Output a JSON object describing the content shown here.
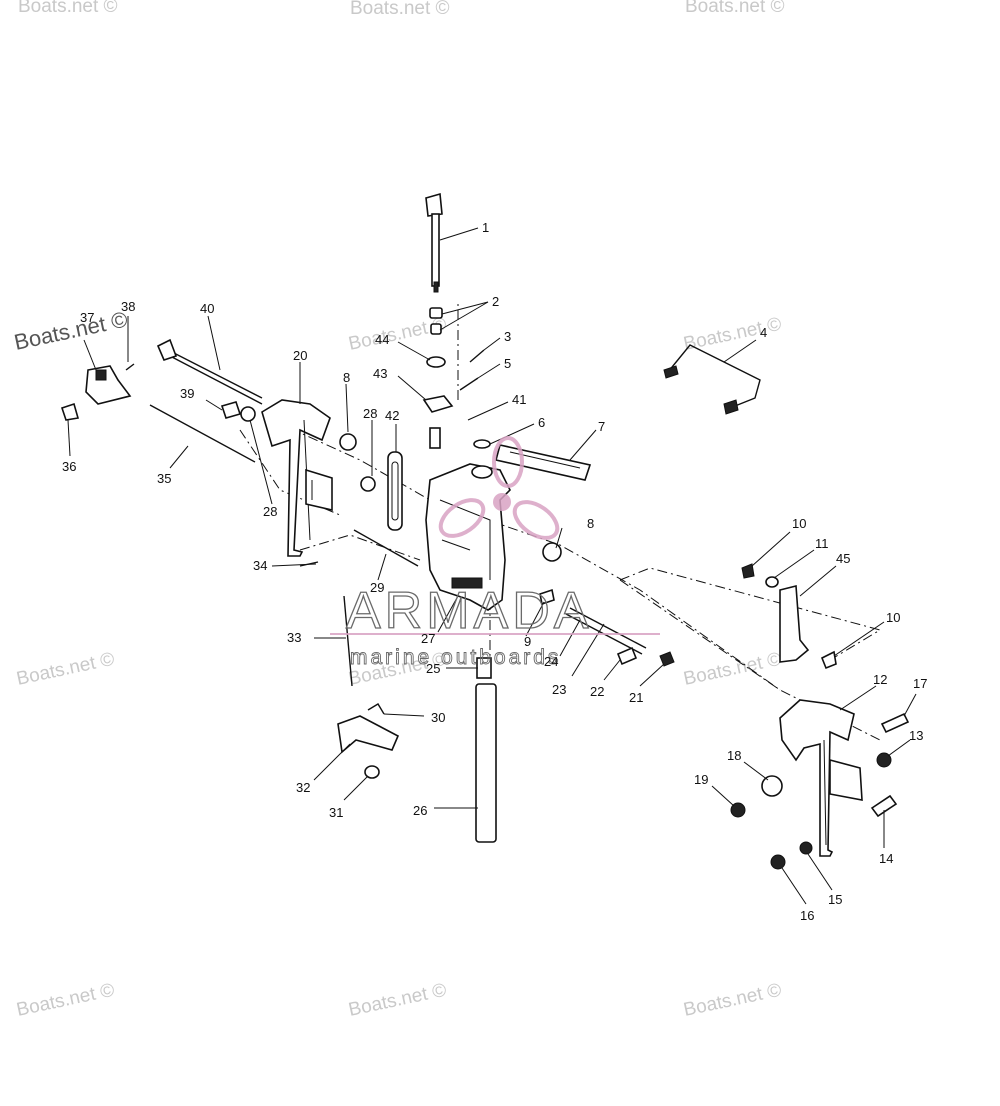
{
  "watermarks": {
    "text": "Boats.net ©",
    "main_text": "Boats.net ©"
  },
  "brand": {
    "name": "ARMADA",
    "tagline": "marine outboards",
    "colors": {
      "logo": "#d9a3c4",
      "text": "#6a6a6a"
    }
  },
  "part_numbers": [
    {
      "id": "p1",
      "label": "1"
    },
    {
      "id": "p2",
      "label": "2"
    },
    {
      "id": "p3",
      "label": "3"
    },
    {
      "id": "p4",
      "label": "4"
    },
    {
      "id": "p5",
      "label": "5"
    },
    {
      "id": "p6",
      "label": "6"
    },
    {
      "id": "p7",
      "label": "7"
    },
    {
      "id": "p8a",
      "label": "8"
    },
    {
      "id": "p8b",
      "label": "8"
    },
    {
      "id": "p9",
      "label": "9"
    },
    {
      "id": "p10a",
      "label": "10"
    },
    {
      "id": "p10b",
      "label": "10"
    },
    {
      "id": "p11",
      "label": "11"
    },
    {
      "id": "p12",
      "label": "12"
    },
    {
      "id": "p13",
      "label": "13"
    },
    {
      "id": "p14",
      "label": "14"
    },
    {
      "id": "p15",
      "label": "15"
    },
    {
      "id": "p16",
      "label": "16"
    },
    {
      "id": "p17",
      "label": "17"
    },
    {
      "id": "p18",
      "label": "18"
    },
    {
      "id": "p19",
      "label": "19"
    },
    {
      "id": "p20",
      "label": "20"
    },
    {
      "id": "p21",
      "label": "21"
    },
    {
      "id": "p22",
      "label": "22"
    },
    {
      "id": "p23",
      "label": "23"
    },
    {
      "id": "p24",
      "label": "24"
    },
    {
      "id": "p25",
      "label": "25"
    },
    {
      "id": "p26",
      "label": "26"
    },
    {
      "id": "p27",
      "label": "27"
    },
    {
      "id": "p28a",
      "label": "28"
    },
    {
      "id": "p28b",
      "label": "28"
    },
    {
      "id": "p29",
      "label": "29"
    },
    {
      "id": "p30",
      "label": "30"
    },
    {
      "id": "p31",
      "label": "31"
    },
    {
      "id": "p32",
      "label": "32"
    },
    {
      "id": "p33",
      "label": "33"
    },
    {
      "id": "p34",
      "label": "34"
    },
    {
      "id": "p35",
      "label": "35"
    },
    {
      "id": "p36",
      "label": "36"
    },
    {
      "id": "p37",
      "label": "37"
    },
    {
      "id": "p38",
      "label": "38"
    },
    {
      "id": "p39",
      "label": "39"
    },
    {
      "id": "p40",
      "label": "40"
    },
    {
      "id": "p41",
      "label": "41"
    },
    {
      "id": "p42",
      "label": "42"
    },
    {
      "id": "p43",
      "label": "43"
    },
    {
      "id": "p44",
      "label": "44"
    },
    {
      "id": "p45",
      "label": "45"
    }
  ]
}
